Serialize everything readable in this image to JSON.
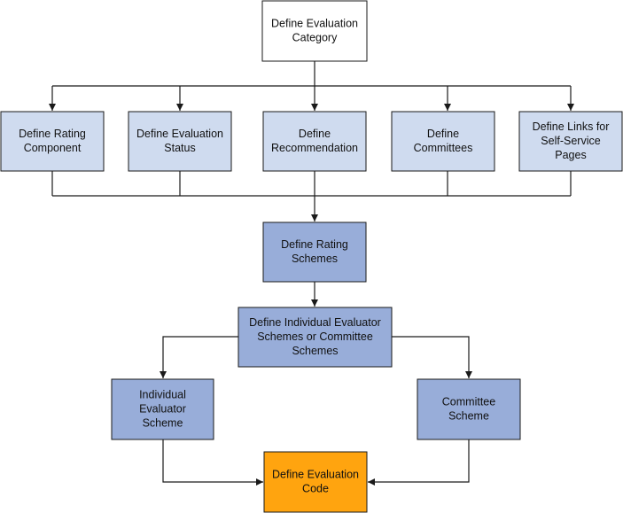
{
  "colors": {
    "top": "#ffffff",
    "light": "#cfdbef",
    "mid": "#98add9",
    "final": "#ffa40f",
    "line": "#1a1a1a"
  },
  "nodes": {
    "category": {
      "lines": [
        "Define Evaluation",
        "Category"
      ],
      "fill": "top"
    },
    "rating_component": {
      "lines": [
        "Define Rating",
        "Component"
      ],
      "fill": "light"
    },
    "evaluation_status": {
      "lines": [
        "Define Evaluation",
        "Status"
      ],
      "fill": "light"
    },
    "recommendation": {
      "lines": [
        "Define",
        "Recommendation"
      ],
      "fill": "light"
    },
    "committees": {
      "lines": [
        "Define",
        "Committees"
      ],
      "fill": "light"
    },
    "self_service": {
      "lines": [
        "Define Links for",
        "Self-Service",
        "Pages"
      ],
      "fill": "light"
    },
    "rating_schemes": {
      "lines": [
        "Define Rating",
        "Schemes"
      ],
      "fill": "mid"
    },
    "individual_or_committee": {
      "lines": [
        "Define Individual Evaluator",
        "Schemes or Committee",
        "Schemes"
      ],
      "fill": "mid"
    },
    "individual_scheme": {
      "lines": [
        "Individual",
        "Evaluator",
        "Scheme"
      ],
      "fill": "mid"
    },
    "committee_scheme": {
      "lines": [
        "Committee",
        "Scheme"
      ],
      "fill": "mid"
    },
    "evaluation_code": {
      "lines": [
        "Define Evaluation",
        "Code"
      ],
      "fill": "final"
    }
  }
}
